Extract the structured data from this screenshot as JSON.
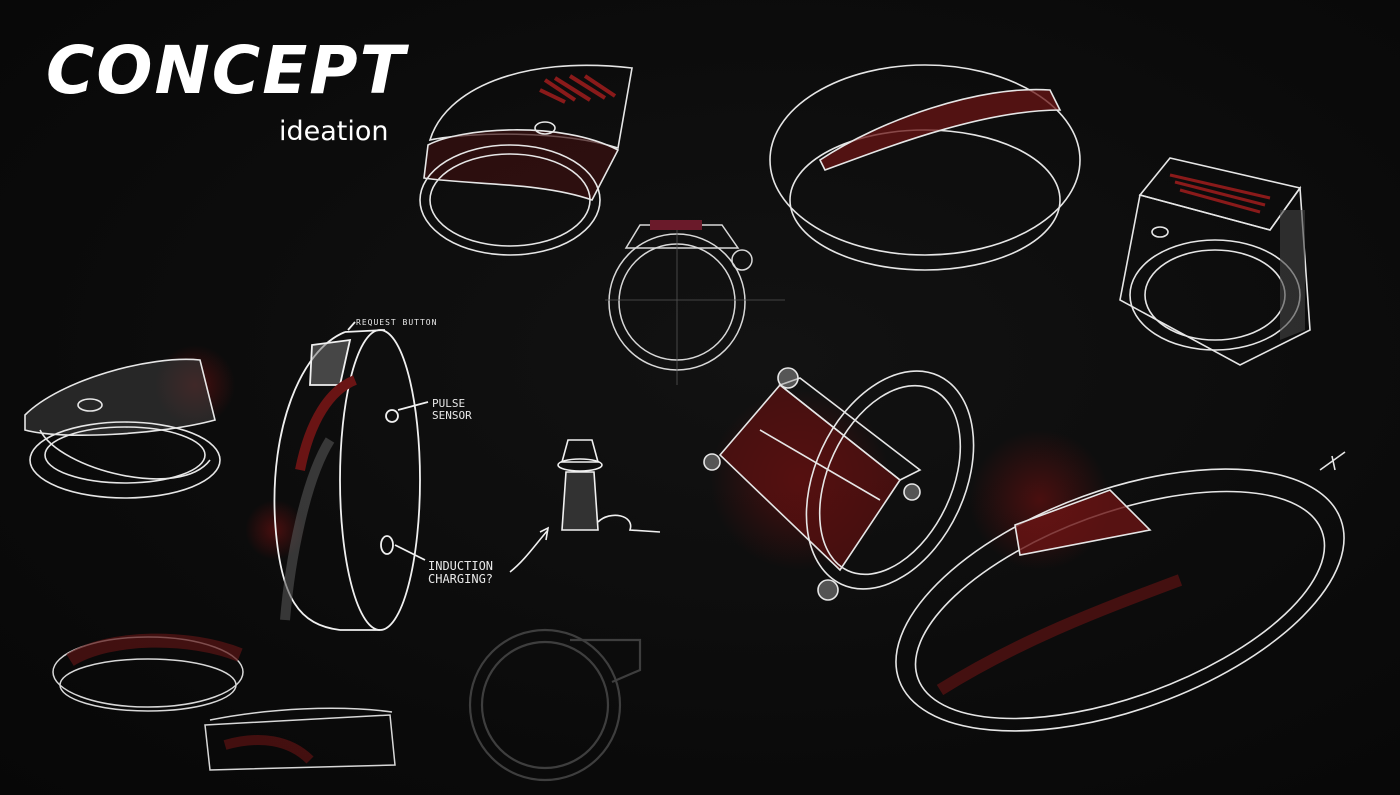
{
  "heading": {
    "title": "CONCEPT",
    "subtitle": "ideation"
  },
  "annotations": {
    "request_button": "Request button",
    "pulse_sensor": "Pulse sensor",
    "induction_charging": "Induction charging?"
  },
  "colors": {
    "background": "#0b0b0b",
    "line": "#ffffff",
    "accent_red": "#6a1414",
    "shade_grey": "#5a5a5a"
  }
}
